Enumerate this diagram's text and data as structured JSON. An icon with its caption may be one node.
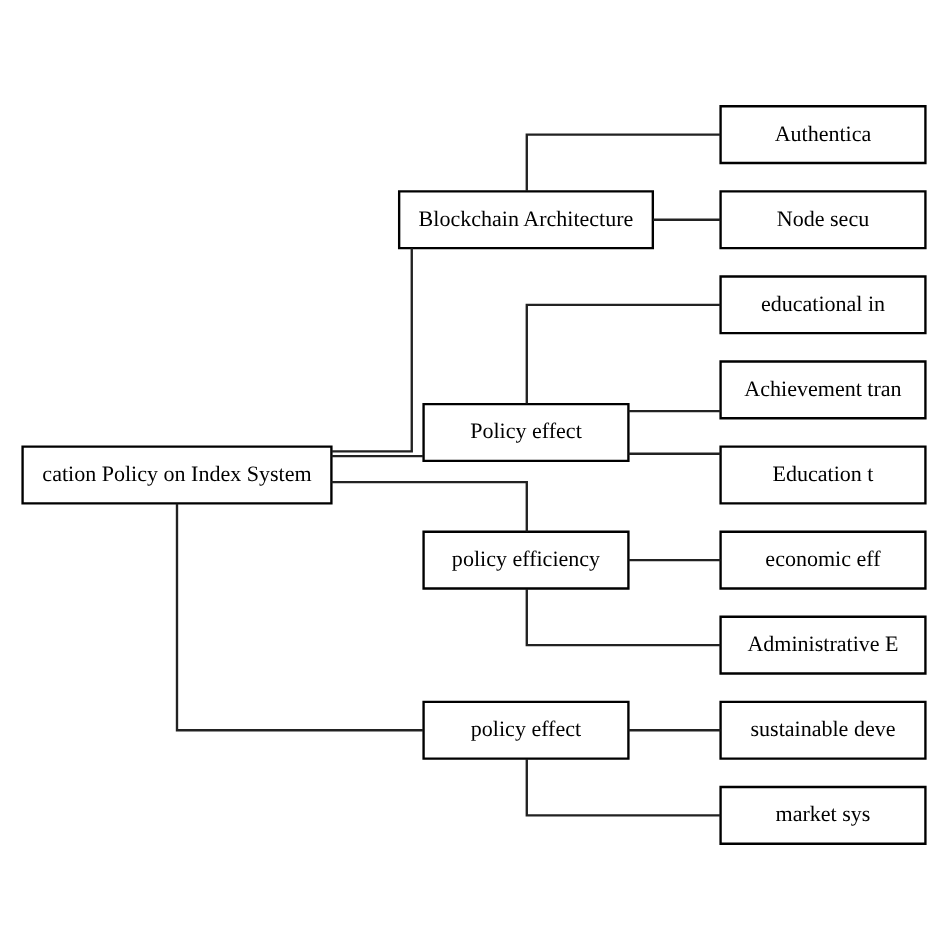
{
  "diagram": {
    "nodes": [
      {
        "text": [
          "cation Policy on Index System"
        ]
      },
      {
        "text": [
          "Blockchain Architecture"
        ]
      },
      {
        "text": [
          "Authentica"
        ]
      },
      {
        "text": [
          "Node secu"
        ]
      },
      {
        "text": [
          "Policy effect"
        ]
      },
      {
        "text": [
          "educational in"
        ]
      },
      {
        "text": [
          "Achievement tran"
        ]
      },
      {
        "text": [
          "Education t"
        ]
      },
      {
        "text": [
          "policy efficiency"
        ]
      },
      {
        "text": [
          "economic eff"
        ]
      },
      {
        "text": [
          "Administrative E"
        ]
      },
      {
        "text": [
          "policy effect"
        ]
      },
      {
        "text": [
          "sustainable deve"
        ]
      },
      {
        "text": [
          "market sys"
        ]
      }
    ],
    "edges": [
      {
        "from": 0,
        "to": 1,
        "arrow": "none"
      },
      {
        "from": 0,
        "to": 4,
        "arrow": "none"
      },
      {
        "from": 0,
        "to": 8,
        "arrow": "none"
      },
      {
        "from": 0,
        "to": 11,
        "arrow": "none"
      },
      {
        "from": 1,
        "to": 2,
        "arrow": "none"
      },
      {
        "from": 1,
        "to": 3,
        "arrow": "none"
      },
      {
        "from": 4,
        "to": 5,
        "arrow": "none"
      },
      {
        "from": 4,
        "to": 6,
        "arrow": "none"
      },
      {
        "from": 4,
        "to": 7,
        "arrow": "none"
      },
      {
        "from": 8,
        "to": 9,
        "arrow": "none"
      },
      {
        "from": 8,
        "to": 10,
        "arrow": "none"
      },
      {
        "from": 11,
        "to": 12,
        "arrow": "none"
      },
      {
        "from": 11,
        "to": 13,
        "arrow": "none"
      }
    ]
  }
}
